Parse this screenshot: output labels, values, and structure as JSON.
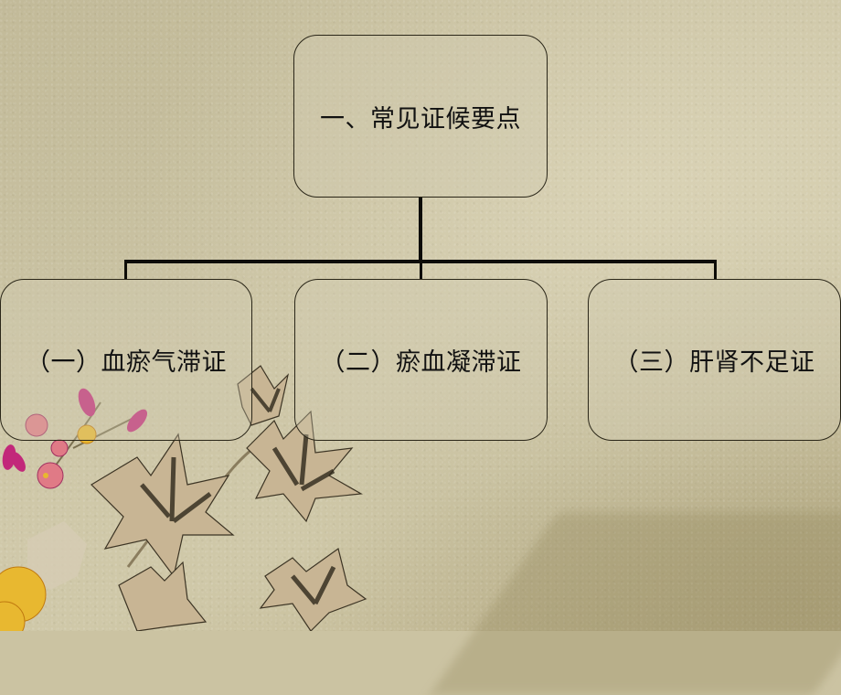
{
  "slide": {
    "background_color": "#cbc3a2",
    "decoration": "painted-flowers-and-leaves"
  },
  "diagram": {
    "type": "org-chart",
    "root": {
      "label": "一、常见证候要点"
    },
    "children": [
      {
        "label": "（一）血瘀气滞证"
      },
      {
        "label": "（二）瘀血凝滞证"
      },
      {
        "label": "（三）肝肾不足证"
      }
    ],
    "colors": {
      "border": "#2a2618",
      "connector": "#0d0c08",
      "text": "#111111"
    }
  }
}
